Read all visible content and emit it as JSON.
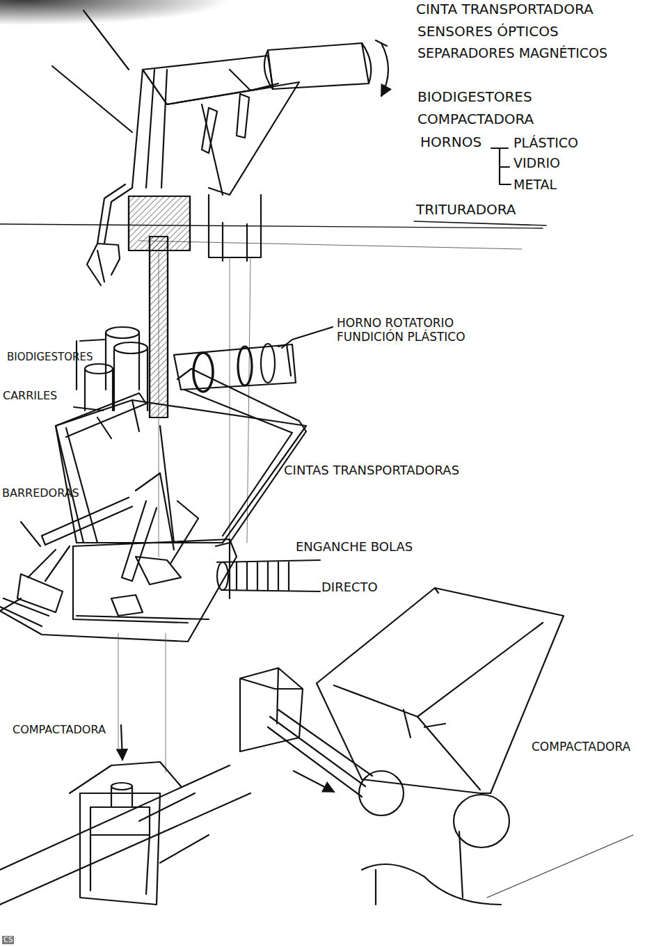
{
  "diagram": {
    "labels": [
      "CINTA TRANSPORTADORA",
      "SENSORES ÓPTICOS",
      "SEPARADORES MAGNÉTICOS",
      "BIODIGESTORES",
      "COMPACTADORA",
      "HORNOS",
      "PLÁSTICO",
      "VIDRIO",
      "METAL",
      "TRITURADORA",
      "HORNO ROTATORIO FUNDICIÓN PLÁSTICO",
      "BIODIGESTORES",
      "CARRILES",
      "BARREDORAS",
      "CINTAS TRANSPORTADORAS",
      "ENGANCHE BOLAS",
      "DIRECTO",
      "COMPACTADORA",
      "COMPACTADORA",
      "CS"
    ]
  }
}
